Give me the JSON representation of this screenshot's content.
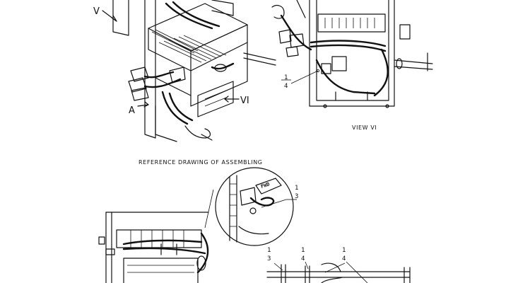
{
  "captions": {
    "view_vi": "VIEW VI",
    "reference": "REFERENCE DRAWING OF ASSEMBLING"
  },
  "view_markers": {
    "v": "V",
    "vi": "VI",
    "a": "A"
  },
  "callouts": {
    "top_right_1": "1",
    "top_right_4": "4",
    "detail_1": "1",
    "detail_3": "3",
    "bottom_1a": "1",
    "bottom_3": "3",
    "bottom_1b": "1",
    "bottom_4a": "4",
    "bottom_1c": "1",
    "bottom_4b": "4"
  },
  "fwd_tag": "FWD"
}
